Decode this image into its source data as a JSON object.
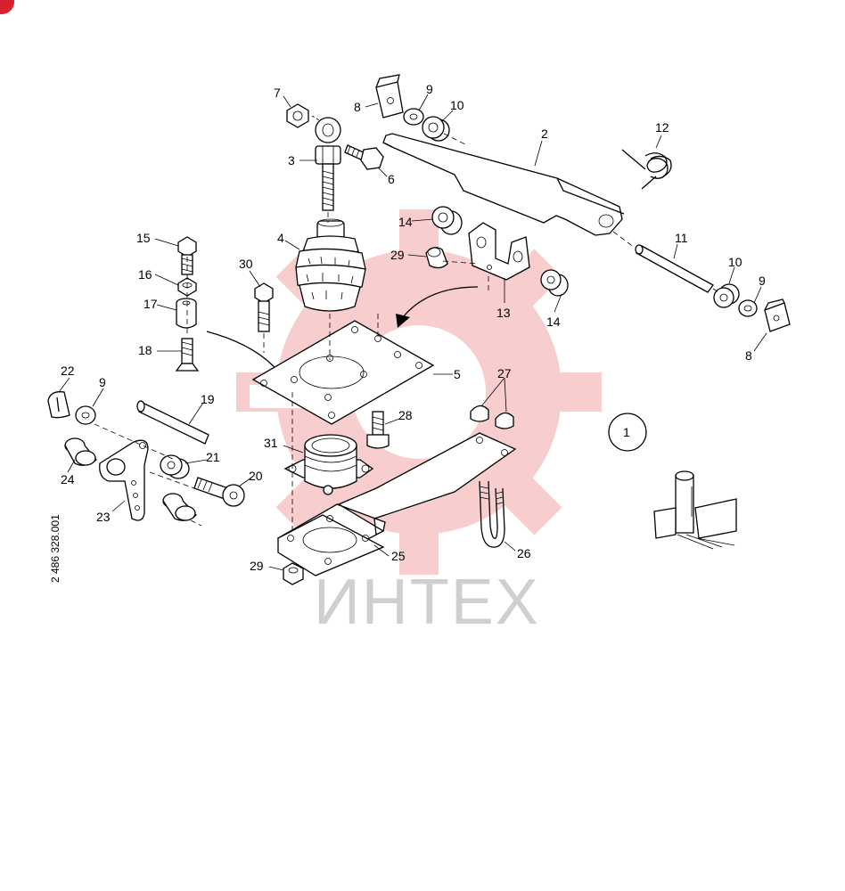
{
  "colors": {
    "watermark_gear": "#f7c4c4",
    "watermark_text": "#cfcfcf",
    "corner_badge": "#d8202f",
    "line": "#000000"
  },
  "watermark": {
    "text": "ИНТЕХ"
  },
  "drawing_code": "2 486 328.001",
  "detail_callout": "1",
  "callouts": {
    "c2": "2",
    "c3": "3",
    "c4": "4",
    "c5": "5",
    "c6": "6",
    "c7": "7",
    "c8a": "8",
    "c8b": "8",
    "c9a": "9",
    "c9b": "9",
    "c9c": "9",
    "c10a": "10",
    "c10b": "10",
    "c11": "11",
    "c12": "12",
    "c13": "13",
    "c14a": "14",
    "c14b": "14",
    "c15": "15",
    "c16": "16",
    "c17": "17",
    "c18": "18",
    "c19": "19",
    "c20": "20",
    "c21": "21",
    "c22": "22",
    "c23": "23",
    "c24": "24",
    "c25": "25",
    "c26": "26",
    "c27": "27",
    "c28": "28",
    "c29a": "29",
    "c29b": "29",
    "c30": "30",
    "c31": "31"
  }
}
